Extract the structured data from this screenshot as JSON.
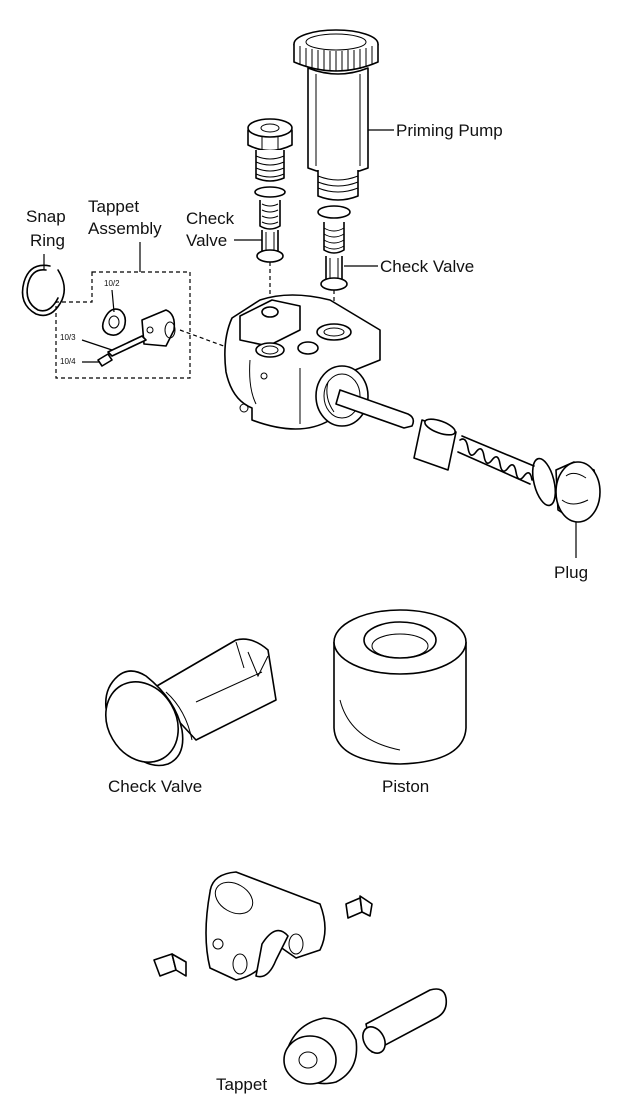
{
  "labels": {
    "snap_ring_line1": "Snap",
    "snap_ring_line2": "Ring",
    "tappet_assembly_line1": "Tappet",
    "tappet_assembly_line2": "Assembly",
    "check_valve_top_line1": "Check",
    "check_valve_top_line2": "Valve",
    "priming_pump": "Priming Pump",
    "check_valve_right": "Check Valve",
    "plug": "Plug",
    "check_valve_detail": "Check Valve",
    "piston_detail": "Piston",
    "tappet_detail": "Tappet"
  },
  "part_numbers": {
    "p10_2": "10/2",
    "p10_3": "10/3",
    "p10_4": "10/4"
  }
}
